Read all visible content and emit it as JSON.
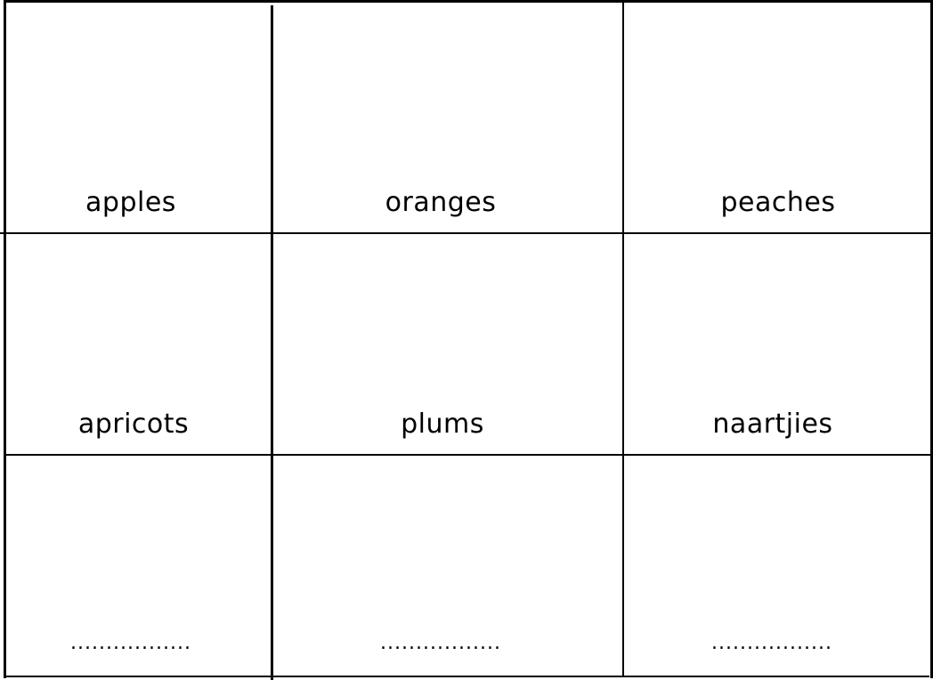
{
  "worksheet": {
    "cells": [
      {
        "label": "apples"
      },
      {
        "label": "oranges"
      },
      {
        "label": "peaches"
      },
      {
        "label": "apricots"
      },
      {
        "label": "plums"
      },
      {
        "label": "naartjies"
      },
      {
        "label": "................."
      },
      {
        "label": "................."
      },
      {
        "label": "................."
      }
    ]
  }
}
